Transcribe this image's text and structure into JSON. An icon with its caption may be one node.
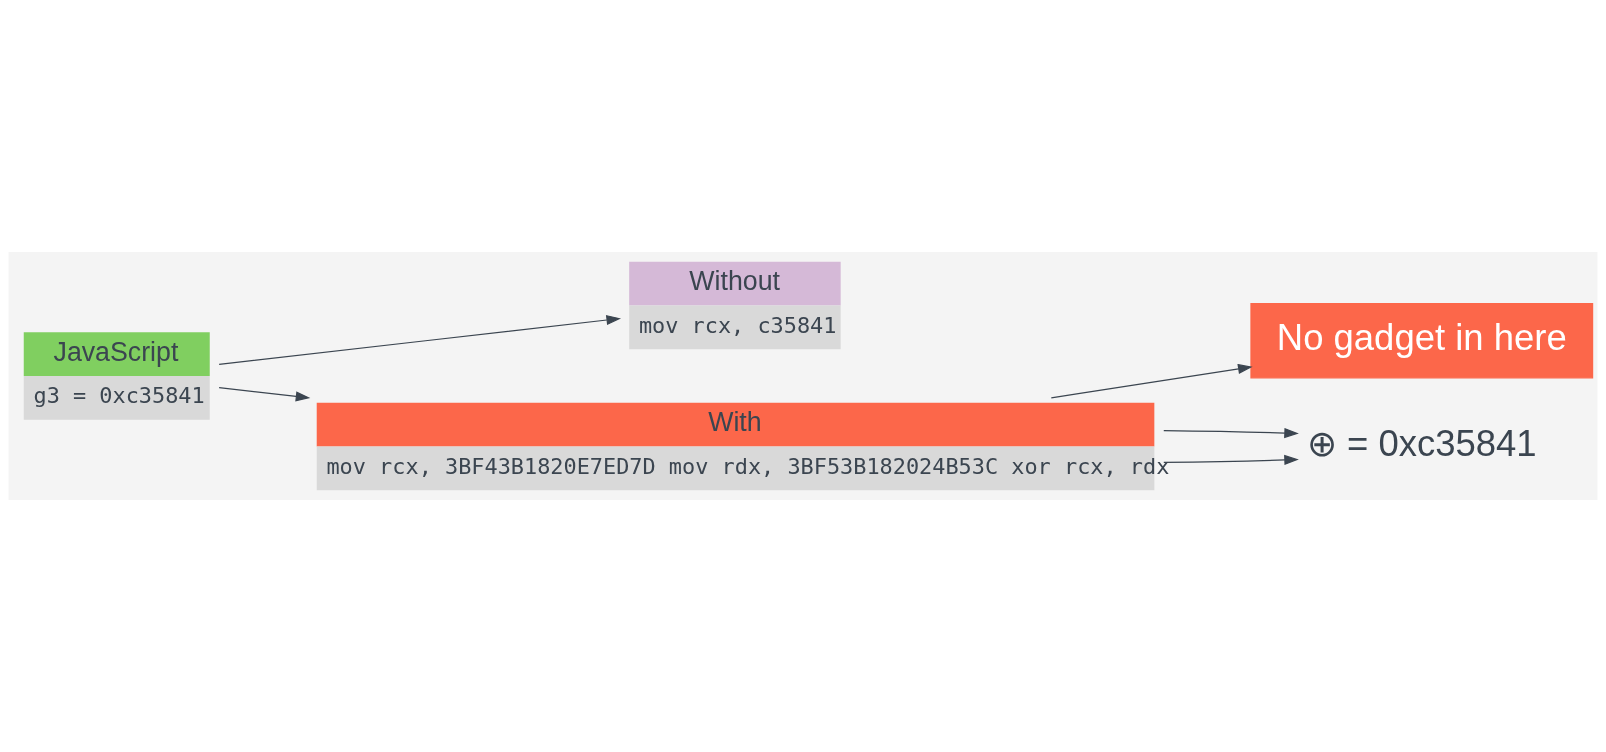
{
  "diagram": {
    "nodes": [
      {
        "text": [
          "JavaScript",
          "g3 = 0xc35841"
        ]
      },
      {
        "text": [
          "Without",
          "mov rcx, c35841"
        ]
      },
      {
        "text": [
          "With",
          "mov rcx, 3BF43B1820E7ED7D mov rdx, 3BF53B182024B53C xor rcx, rdx"
        ]
      },
      {
        "text": [
          "No gadget in here"
        ]
      },
      {
        "text": [
          "⊕ = 0xc35841"
        ]
      }
    ],
    "edges": [
      {
        "from": 0,
        "to": 1,
        "arrow": "to"
      },
      {
        "from": 0,
        "to": 2,
        "arrow": "to"
      },
      {
        "from": 2,
        "to": 3,
        "arrow": "to"
      },
      {
        "from": 2,
        "to": 4,
        "arrow": "to"
      },
      {
        "from": 2,
        "to": 4,
        "arrow": "to"
      }
    ]
  }
}
